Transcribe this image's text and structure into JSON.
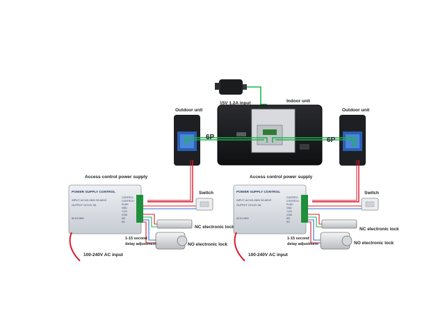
{
  "labels": {
    "adapter": "15V 1.2A input",
    "indoor_unit": "Indoor unit",
    "outdoor_unit_left": "Outdoor unit",
    "outdoor_unit_right": "Outdoor unit",
    "six_p_left": "6P",
    "six_p_right": "6P"
  },
  "left": {
    "psu_title": "Access control power supply",
    "psu_header": "POWER SUPPLY CONTROL",
    "psu_input": "INPUT: AC110-260V 50-60HZ",
    "psu_output": "OUTPUT: DC12V  3A",
    "psu_side": "AC110-260V",
    "psu_terminals": [
      "CONTROL-",
      "CONTROL+",
      "PUSH",
      "GND",
      "+12V",
      "COM",
      "NO",
      "NC"
    ],
    "switch": "Switch",
    "nc_lock": "NC electronic lock",
    "no_lock": "NO electronic lock",
    "delay_line1": "1-15 second",
    "delay_line2": "delay adjustment",
    "ac_input": "100-240V AC input"
  },
  "right": {
    "psu_title": "Access control power supply",
    "psu_header": "POWER SUPPLY CONTROL",
    "psu_input": "INPUT: AC110-260V 50-60HZ",
    "psu_output": "OUTPUT: DC12V  3A",
    "psu_side": "AC110-260V",
    "psu_terminals": [
      "CONTROL-",
      "CONTROL+",
      "PUSH",
      "GND",
      "+12V",
      "COM",
      "NO",
      "NC"
    ],
    "switch": "Switch",
    "nc_lock": "NC electronic lock",
    "no_lock": "NO electronic lock",
    "delay_line1": "1-15 second",
    "delay_line2": "delay adjustment",
    "ac_input": "100-240V AC input"
  },
  "colors": {
    "wire_green": "#1db34a",
    "wire_red": "#d8192a",
    "wire_blue": "#2a6fd6",
    "device_dark": "#1e1f22",
    "psu_body": "#d9dde3"
  }
}
